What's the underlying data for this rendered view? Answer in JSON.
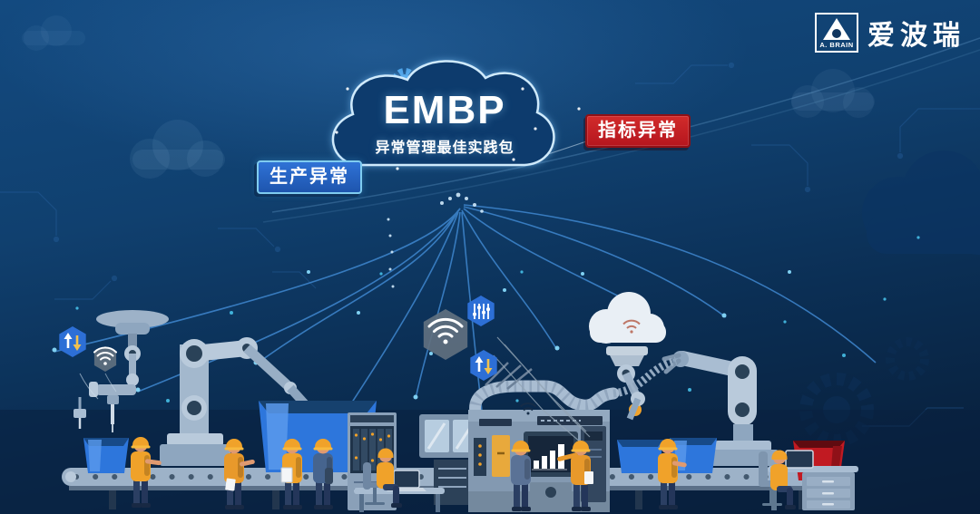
{
  "cloud": {
    "title": "EMBP",
    "subtitle": "异常管理最佳实践包"
  },
  "badges": {
    "production_label": "生产异常",
    "indicator_label": "指标异常"
  },
  "logo": {
    "mark_caption": "A. BRAIN",
    "brand_name": "爱波瑞"
  },
  "colors": {
    "background_top": "#134a80",
    "background_bottom": "#071b34",
    "cloud_fill": "#0d3b6d",
    "cloud_outline": "#cfeafc",
    "badge_production_bg": "#2a67cc",
    "badge_production_border": "#7fccf0",
    "badge_indicator_bg": "#c51f26",
    "connection_line": "#3f87cf",
    "hexagon_blue": "#2d6fd6",
    "hexagon_gray": "#5f6e7e",
    "robot_body": "#b9cadb",
    "worker_accent": "#f0a22a",
    "box_blue": "#2d76dc",
    "box_red": "#c11a22",
    "conveyor": "#9db2c8"
  },
  "icons": {
    "gear": "gear-icon",
    "wifi": "wifi-icon",
    "equalizer": "equalizer-icon",
    "transfer": "up-down-arrows-icon",
    "cloud_wifi": "wifi-cloud-icon"
  },
  "monitor": {
    "chart_type": "bar",
    "bar_values": [
      9,
      14,
      20,
      27
    ]
  }
}
